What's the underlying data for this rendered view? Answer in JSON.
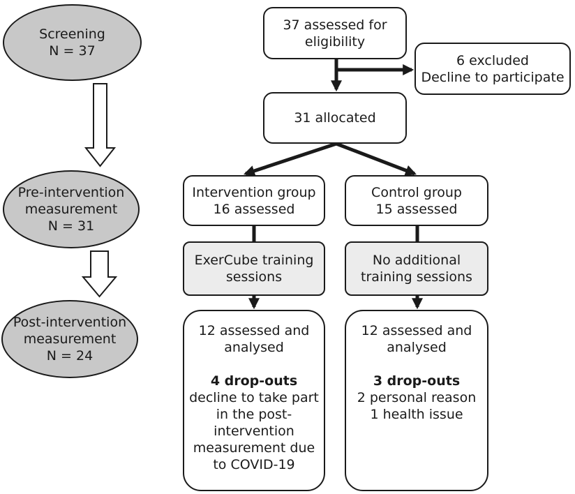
{
  "stages": {
    "screening": {
      "label": "Screening",
      "n": "N = 37"
    },
    "pre": {
      "label1": "Pre-intervention",
      "label2": "measurement",
      "n": "N = 31"
    },
    "post": {
      "label1": "Post-intervention",
      "label2": "measurement",
      "n": "N = 24"
    }
  },
  "assessed": {
    "line1": "37 assessed for",
    "line2": "eligibility"
  },
  "excluded": {
    "line1": "6 excluded",
    "line2": "Decline to participate"
  },
  "allocated": {
    "label": "31 allocated"
  },
  "intervention_group": {
    "header": {
      "line1": "Intervention group",
      "line2": "16 assessed"
    },
    "training": {
      "line1": "ExerCube training",
      "line2": "sessions"
    },
    "outcome": {
      "line1": "12 assessed and",
      "line2": "analysed",
      "dropouts": "4 drop-outs",
      "reason1": "decline to take part",
      "reason2": "in the post-",
      "reason3": "intervention",
      "reason4": "measurement due",
      "reason5": "to COVID-19"
    }
  },
  "control_group": {
    "header": {
      "line1": "Control group",
      "line2": "15 assessed"
    },
    "training": {
      "line1": "No additional",
      "line2": "training sessions"
    },
    "outcome": {
      "line1": "12 assessed and",
      "line2": "analysed",
      "dropouts": "3 drop-outs",
      "reason1": "2 personal reason",
      "reason2": "1 health issue"
    }
  }
}
